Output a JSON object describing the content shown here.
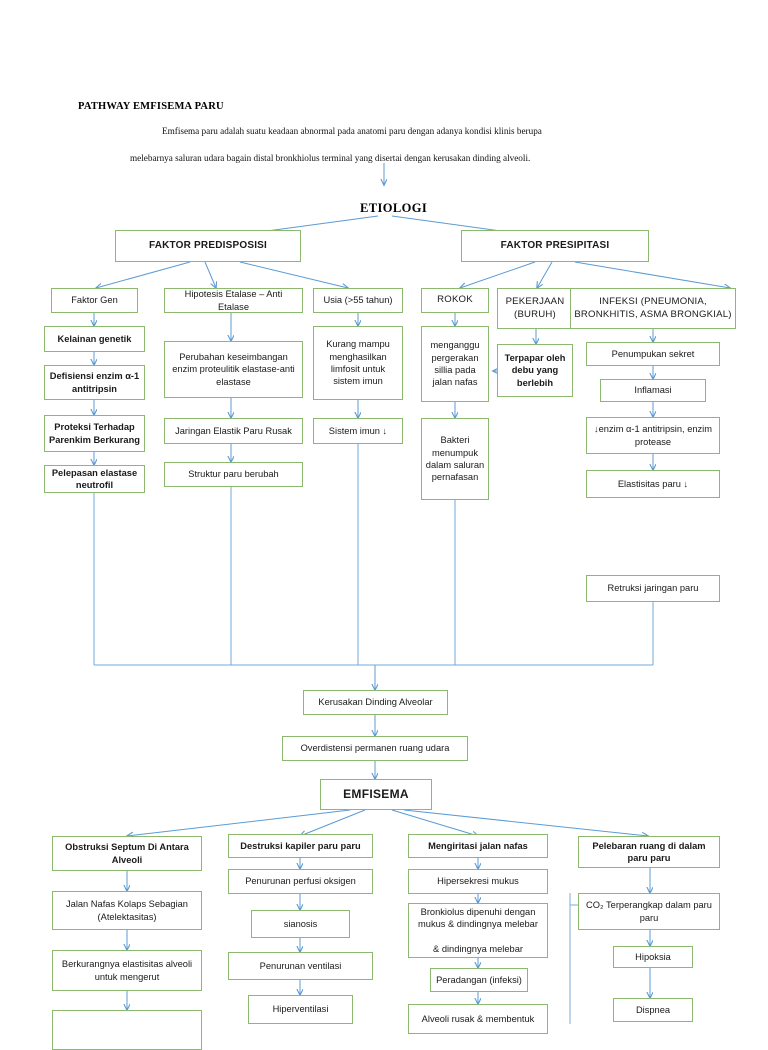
{
  "document": {
    "title": "PATHWAY EMFISEMA PARU",
    "intro_line1": "Emfisema paru adalah suatu keadaan abnormal pada anatomi paru dengan adanya kondisi klinis berupa",
    "intro_line2": "melebarnya saluran udara bagain distal bronkhiolus terminal yang disertai dengan kerusakan dinding alveoli.",
    "root_label": "ETIOLOGI"
  },
  "colors": {
    "box_border": "#8CB96F",
    "connector": "#5B9BD5",
    "text": "#1a1a1a",
    "background": "#ffffff"
  },
  "branches": {
    "predisposisi": "FAKTOR PREDISPOSISI",
    "presipitasi": "FAKTOR PRESIPITASI"
  },
  "columns": {
    "gen": [
      "Faktor Gen",
      "Kelainan genetik",
      "Defisiensi enzim α-1 antitripsin",
      "Proteksi Terhadap Parenkim Berkurang",
      "Pelepasan elastase neutrofil"
    ],
    "elastase": [
      "Hipotesis Etalase – Anti Etalase",
      "Perubahan keseimbangan enzim proteulitik elastase-anti elastase",
      "Jaringan Elastik Paru Rusak",
      "Struktur paru berubah"
    ],
    "usia": [
      "Usia (>55 tahun)",
      "Kurang mampu menghasilkan limfosit untuk sistem imun",
      "Sistem imun ↓"
    ],
    "rokok": [
      "ROKOK",
      "menganggu pergerakan sillia pada jalan nafas",
      "Bakteri menumpuk dalam saluran pernafasan"
    ],
    "pekerjaan": [
      "PEKERJAAN (BURUH)",
      "Terpapar oleh debu yang berlebih"
    ],
    "infeksi": [
      "INFEKSI (PNEUMONIA, BRONKHITIS, ASMA BRONGKIAL)",
      "Penumpukan sekret",
      "Inflamasi",
      "↓enzim α-1 antitripsin, enzim protease",
      "Elastisitas paru ↓",
      "Retruksi jaringan paru"
    ]
  },
  "trunk": {
    "kerusakan": "Kerusakan Dinding Alveolar",
    "overdistensi": "Overdistensi permanen ruang udara",
    "emfisema": "EMFISEMA"
  },
  "outcomes": {
    "obstruksi": [
      "Obstruksi Septum Di Antara Alveoli",
      "Jalan Nafas Kolaps Sebagian (Atelektasitas)",
      "Berkurangnya  elastisitas alveoli untuk mengerut"
    ],
    "destruksi": [
      "Destruksi kapiler paru paru",
      "Penurunan perfusi oksigen",
      "sianosis",
      "Penurunan ventilasi",
      "Hiperventilasi"
    ],
    "iritasi": [
      "Mengiritasi  jalan nafas",
      "Hipersekresi mukus",
      "Bronkiolus dipenuhi dengan mukus & dindingnya melebar\n\n& dindingnya melebar",
      "Peradangan (infeksi)",
      "Alveoli rusak & membentuk"
    ],
    "pelebaran": [
      "Pelebaran ruang di dalam paru paru",
      "CO₂ Terperangkap dalam paru paru",
      "Hipoksia",
      "Dispnea"
    ]
  }
}
